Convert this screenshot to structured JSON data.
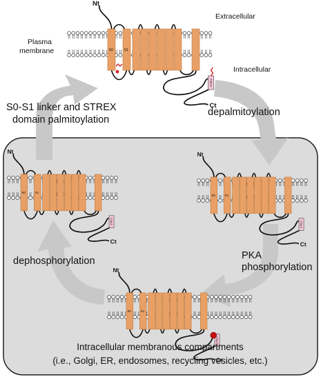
{
  "colors": {
    "helix": "#E8A066",
    "helix_stroke": "#C07A40",
    "lipid_head": "#FFFFFF",
    "compartment_fill": "#DCDCDC",
    "compartment_stroke": "#222222",
    "cycle_arrow": "#C8C8C8",
    "strex": "#F4C6D8",
    "palmitoyl": "#DD2222",
    "phosphate": "#CC1111"
  },
  "labels": {
    "extracellular": "Extracellular",
    "intracellular": "Intracellular",
    "plasma_line1": "Plasma",
    "plasma_line2": "membrane",
    "nt": "Nt",
    "ct": "Ct",
    "s0": "S0",
    "s1": "S1",
    "strex": "STREX"
  },
  "steps": {
    "palmitoylation_line1": "S0-S1 linker and STREX",
    "palmitoylation_line2": "domain palmitoylation",
    "depalmitoylation": "depalmitoylation",
    "pka_line1": "PKA",
    "pka_line2": "phosphorylation",
    "dephosphorylation": "dephosphorylation"
  },
  "compartment": {
    "line1": "Intracellular membranous compartments",
    "line2": "(i.e., Golgi, ER, endosomes, recycling vesicles, etc.)"
  },
  "icons": {
    "cycle_arrow": "curved-arrow-icon",
    "palmitoyl": "zigzag-lipid-icon",
    "phosphate": "phosphate-dot-icon"
  }
}
